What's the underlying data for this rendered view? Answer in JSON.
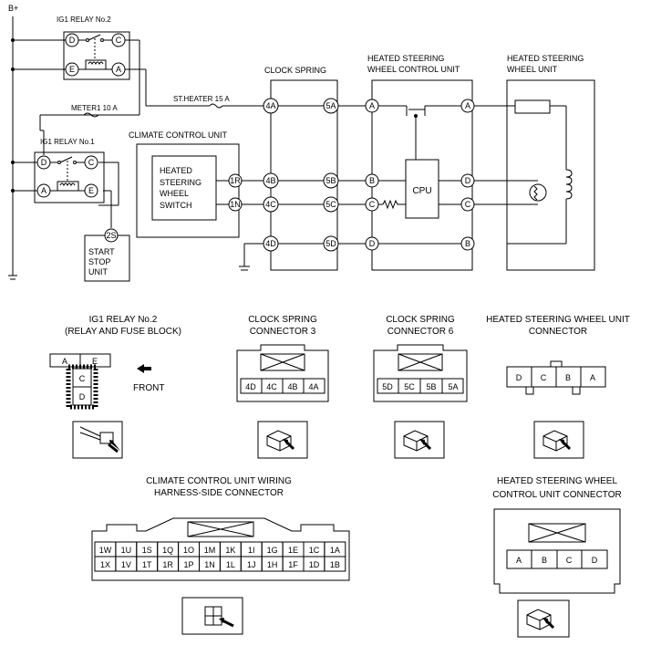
{
  "labels": {
    "bplus": "B+",
    "ig1_relay2": "IG1 RELAY No.2",
    "ig1_relay1": "IG1 RELAY No.1",
    "meter": "METER1 10 A",
    "stheater": "ST.HEATER 15 A",
    "clock_spring": "CLOCK SPRING",
    "hswcu_l1": "HEATED STEERING",
    "hswcu_l2": "WHEEL CONTROL UNIT",
    "hswu_l1": "HEATED STEERING",
    "hswu_l2": "WHEEL UNIT",
    "climate": "CLIMATE CONTROL UNIT",
    "switch_l1": "HEATED",
    "switch_l2": "STEERING",
    "switch_l3": "WHEEL",
    "switch_l4": "SWITCH",
    "start_l1": "START",
    "start_l2": "STOP",
    "start_l3": "UNIT",
    "cpu": "CPU"
  },
  "pins": {
    "relay2": [
      "D",
      "C",
      "E",
      "A"
    ],
    "relay1": [
      "D",
      "C",
      "A",
      "E"
    ],
    "start": "2S",
    "climate": [
      "1R",
      "1N"
    ],
    "cs_left": [
      "4A",
      "4B",
      "4C",
      "4D"
    ],
    "cs_right": [
      "5A",
      "5B",
      "5C",
      "5D"
    ],
    "cu_left": [
      "A",
      "B",
      "C",
      "D"
    ],
    "cu_right": [
      "A",
      "D",
      "C",
      "B"
    ]
  },
  "connectors": {
    "relay2_title_l1": "IG1 RELAY No.2",
    "relay2_title_l2": "(RELAY AND FUSE BLOCK)",
    "relay2_terms": [
      "A",
      "E",
      "C",
      "D"
    ],
    "front": "FRONT",
    "cs3_title_l1": "CLOCK SPRING",
    "cs3_title_l2": "CONNECTOR 3",
    "cs3_terms": [
      "4D",
      "4C",
      "4B",
      "4A"
    ],
    "cs6_title_l1": "CLOCK SPRING",
    "cs6_title_l2": "CONNECTOR 6",
    "cs6_terms": [
      "5D",
      "5C",
      "5B",
      "5A"
    ],
    "hswu_title_l1": "HEATED STEERING WHEEL UNIT",
    "hswu_title_l2": "CONNECTOR",
    "hswu_terms": [
      "D",
      "C",
      "B",
      "A"
    ],
    "ccu_title_l1": "CLIMATE CONTROL UNIT WIRING",
    "ccu_title_l2": "HARNESS-SIDE CONNECTOR",
    "ccu_row1": [
      "1W",
      "1U",
      "1S",
      "1Q",
      "1O",
      "1M",
      "1K",
      "1I",
      "1G",
      "1E",
      "1C",
      "1A"
    ],
    "ccu_row2": [
      "1X",
      "1V",
      "1T",
      "1R",
      "1P",
      "1N",
      "1L",
      "1J",
      "1H",
      "1F",
      "1D",
      "1B"
    ],
    "hswcu_title_l1": "HEATED STEERING WHEEL",
    "hswcu_title_l2": "CONTROL UNIT CONNECTOR",
    "hswcu_terms": [
      "A",
      "B",
      "C",
      "D"
    ]
  }
}
